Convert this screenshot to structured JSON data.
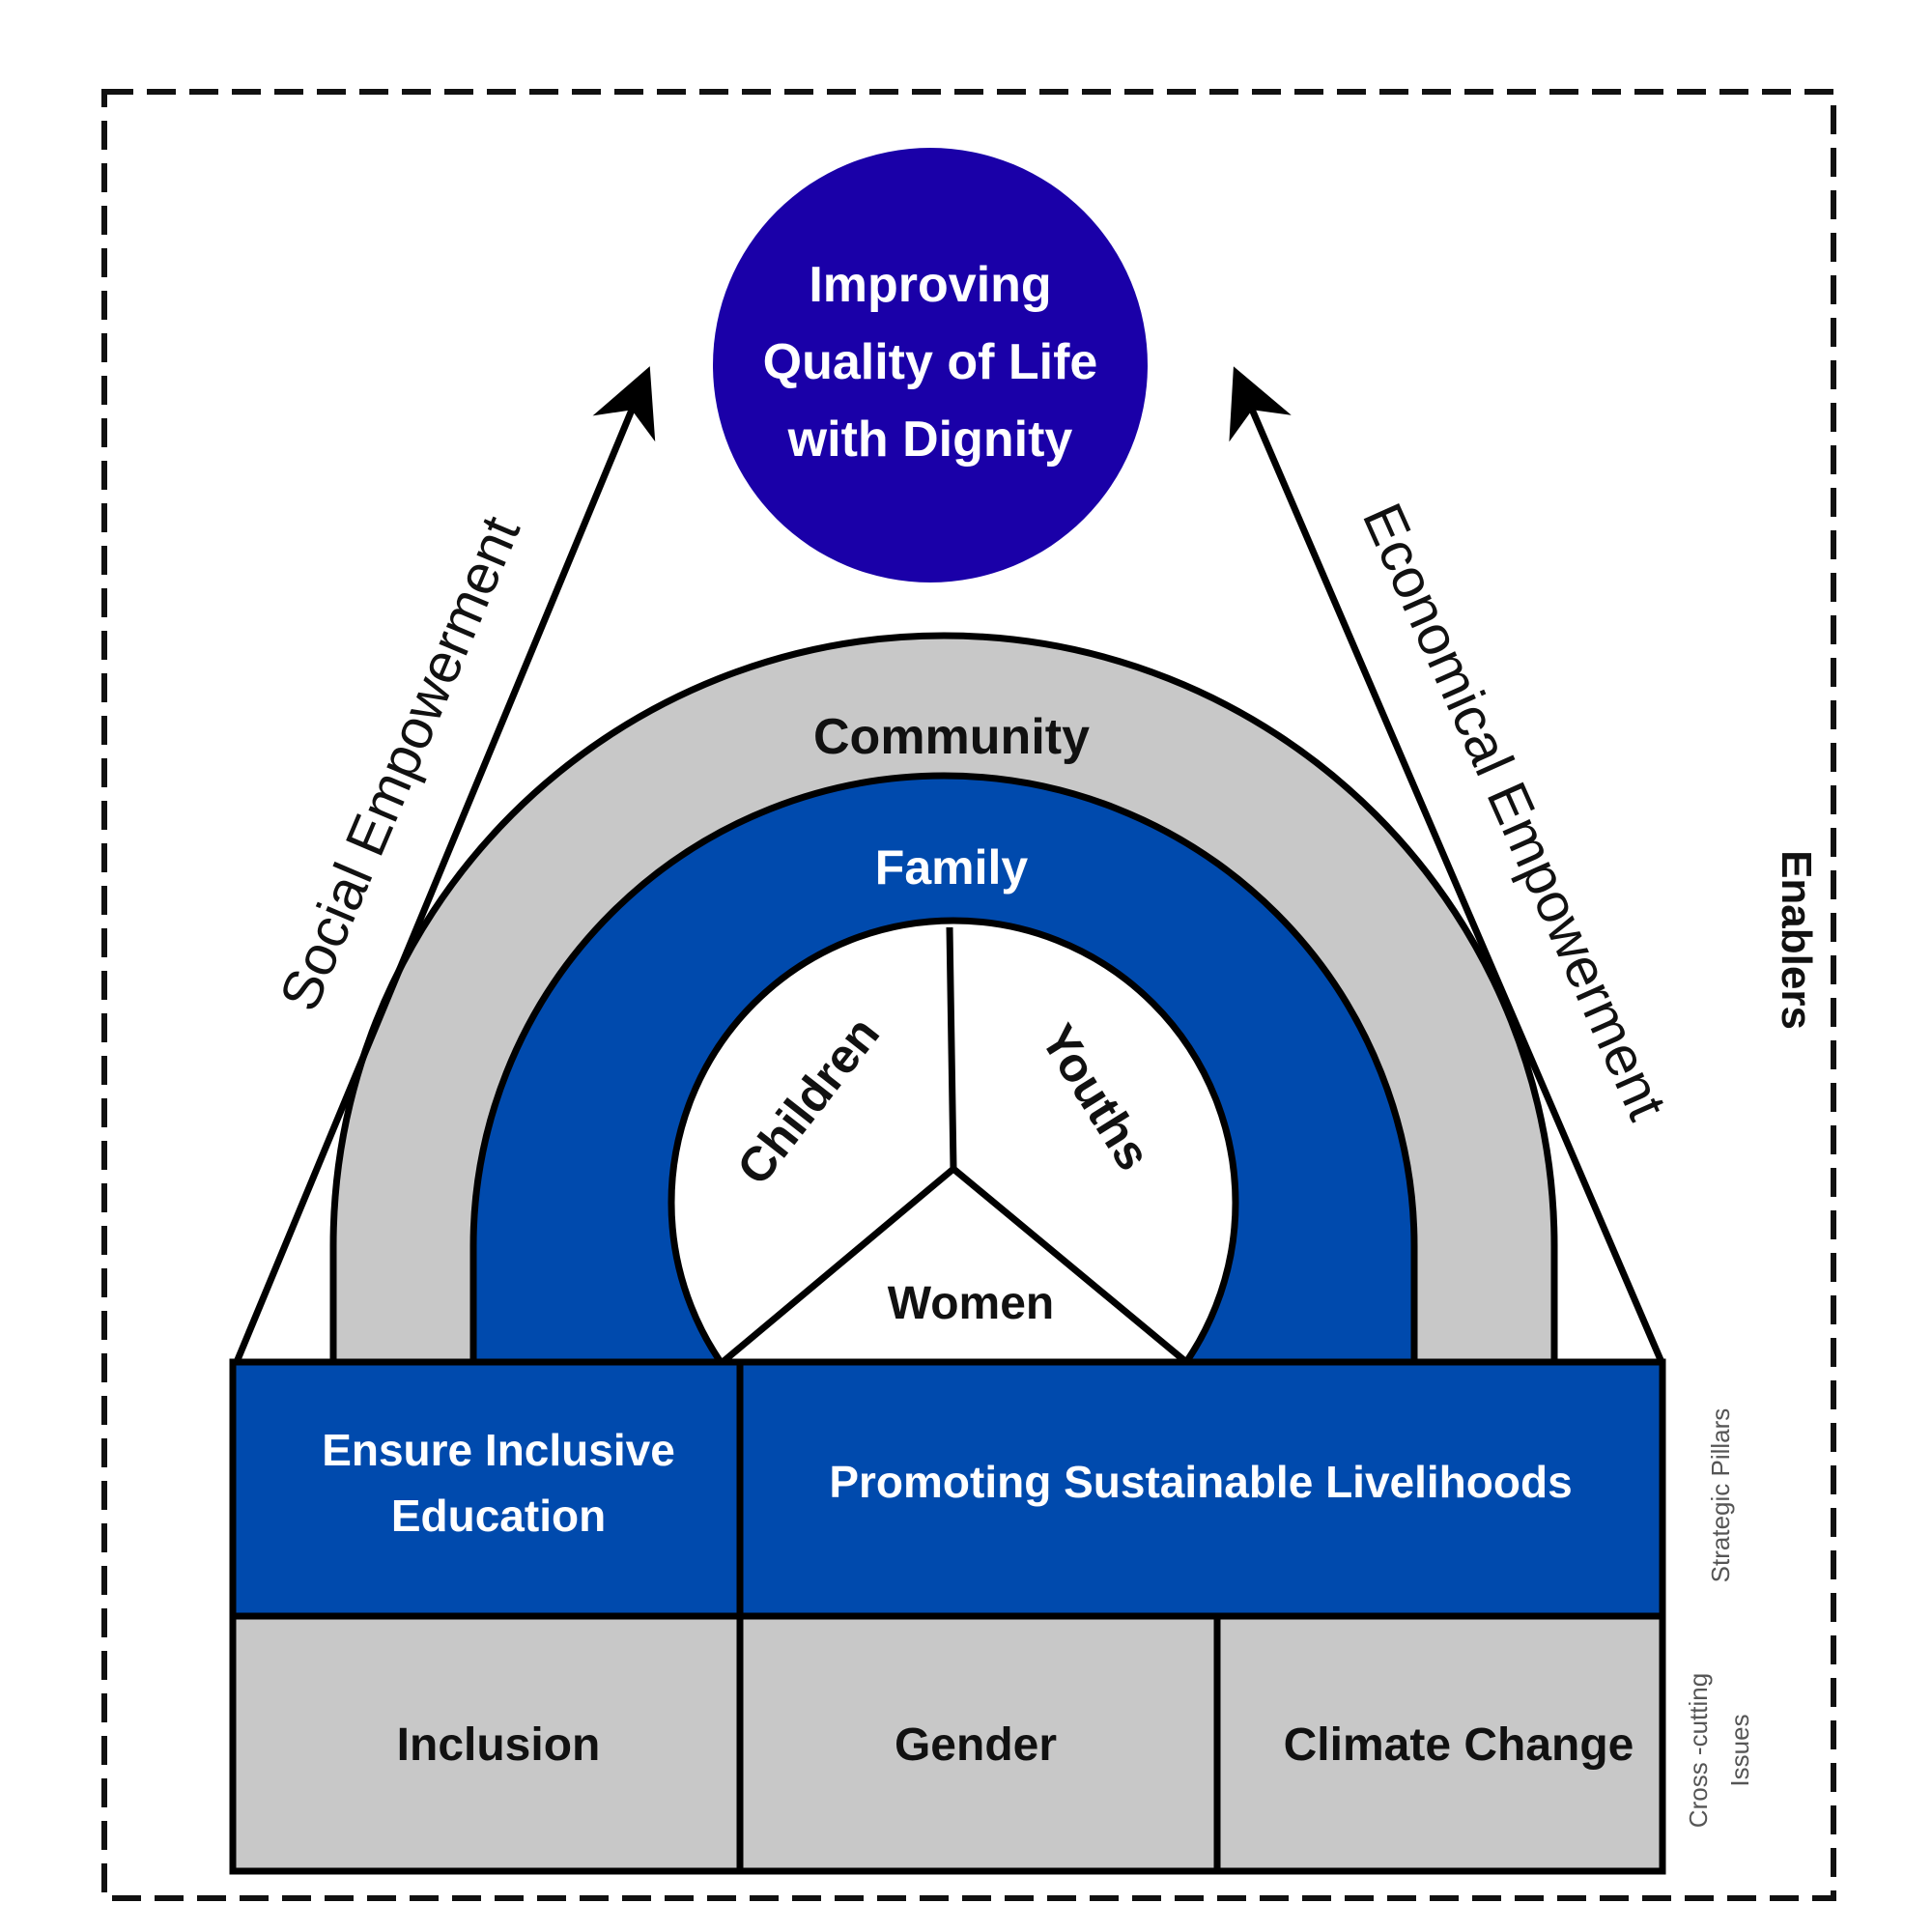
{
  "goal": {
    "lines": [
      "Improving",
      "Quality of Life",
      "with Dignity"
    ],
    "fill": "#1a00a8"
  },
  "arrows": {
    "left_label": "Social Empowerment",
    "right_label": "Economical Empowerment"
  },
  "rings": {
    "community": "Community",
    "family": "Family",
    "segments": {
      "children": "Children",
      "youths": "Youths",
      "women": "Women"
    },
    "community_fill": "#c8c8c8",
    "family_fill": "#004aad"
  },
  "pillars": {
    "education": [
      "Ensure Inclusive",
      "Education"
    ],
    "livelihoods": "Promoting Sustainable Livelihoods",
    "side_label": "Strategic Pillars",
    "fill": "#004aad"
  },
  "cross_cutting": {
    "items": [
      "Inclusion",
      "Gender",
      "Climate Change"
    ],
    "side_label": [
      "Cross -cutting",
      "Issues"
    ],
    "fill": "#c8c8c8"
  },
  "enablers": "Enablers"
}
